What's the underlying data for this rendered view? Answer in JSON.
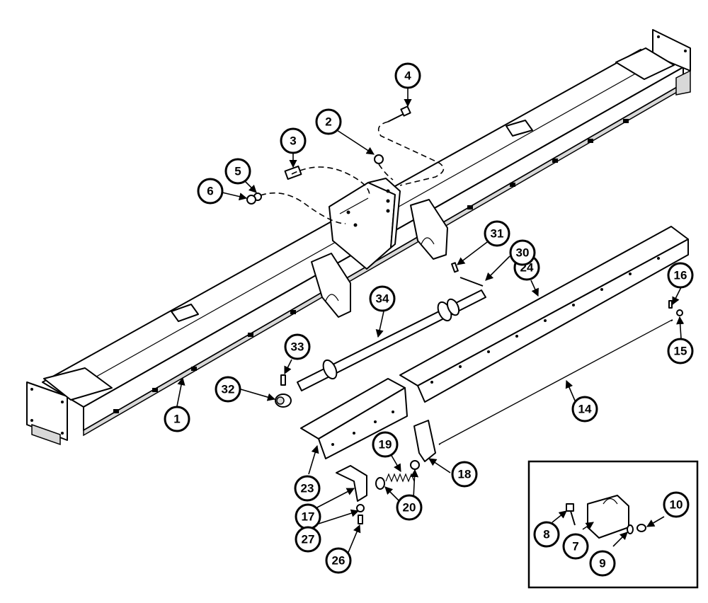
{
  "callouts": {
    "c1": "1",
    "c2": "2",
    "c3": "3",
    "c4": "4",
    "c5": "5",
    "c6": "6",
    "c7": "7",
    "c8": "8",
    "c9": "9",
    "c10": "10",
    "c14": "14",
    "c15": "15",
    "c16": "16",
    "c17": "17",
    "c18": "18",
    "c19": "19",
    "c20": "20",
    "c23": "23",
    "c24": "24",
    "c26": "26",
    "c27": "27",
    "c30": "30",
    "c31": "31",
    "c32": "32",
    "c33": "33",
    "c34": "34"
  }
}
